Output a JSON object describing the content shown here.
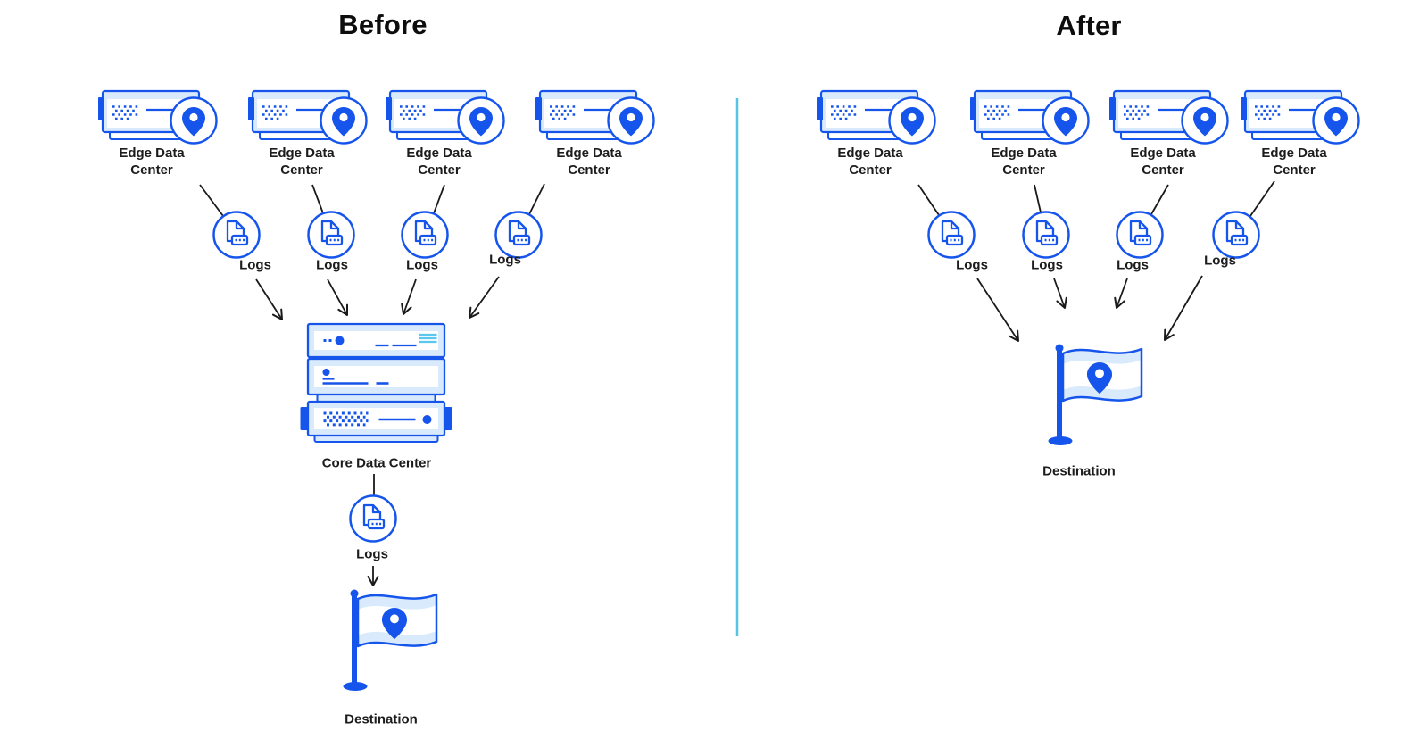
{
  "before": {
    "title": "Before",
    "edge_labels": [
      "Edge Data Center",
      "Edge Data Center",
      "Edge Data Center",
      "Edge Data Center"
    ],
    "log_labels": [
      "Logs",
      "Logs",
      "Logs",
      "Logs"
    ],
    "core_label": "Core Data Center",
    "core_log_label": "Logs",
    "destination_label": "Destination"
  },
  "after": {
    "title": "After",
    "edge_labels": [
      "Edge Data Center",
      "Edge Data Center",
      "Edge Data Center",
      "Edge Data Center"
    ],
    "log_labels": [
      "Logs",
      "Logs",
      "Logs",
      "Logs"
    ],
    "destination_label": "Destination"
  },
  "icons": {
    "edge_data_center": "server-with-location-pin-icon",
    "logs": "log-document-icon",
    "core_data_center": "server-stack-icon",
    "destination": "flag-with-location-pin-icon",
    "divider": "vertical-divider-line"
  },
  "colors": {
    "primary_blue": "#1655EC",
    "light_blue_fill": "#D8EAFB",
    "cyan_accent": "#5AC8EE",
    "divider_cyan": "#56C5E5",
    "arrow_black": "#1A1A1A",
    "text": "#1C1C1C",
    "background": "#FFFFFF"
  }
}
